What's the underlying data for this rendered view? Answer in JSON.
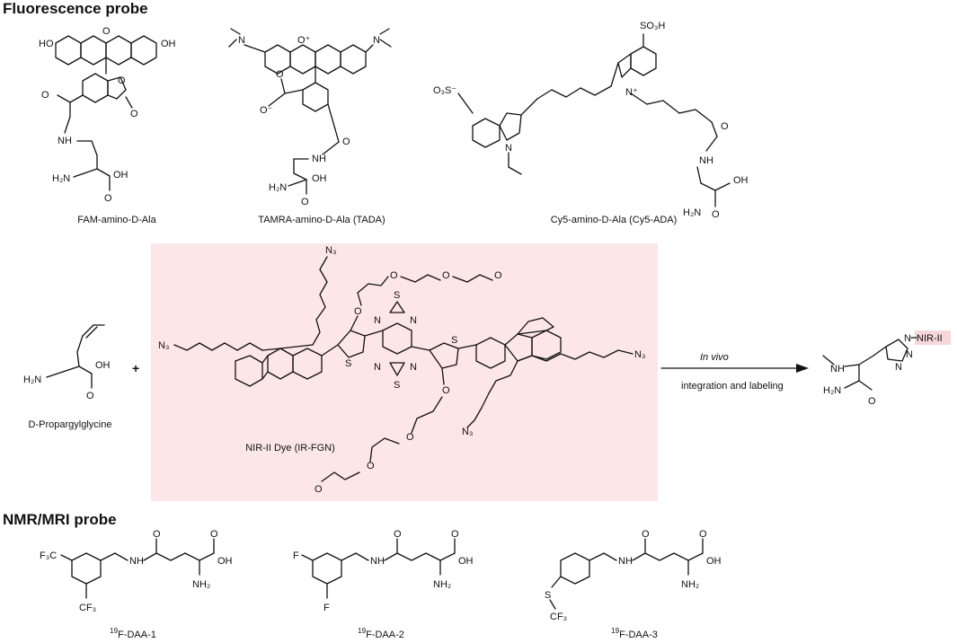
{
  "sections": {
    "fluorescence_title": "Fluorescence probe",
    "nmr_title": "NMR/MRI probe"
  },
  "fluorescence_probes": [
    {
      "caption": "FAM-amino-D-Ala"
    },
    {
      "caption": "TAMRA-amino-D-Ala (TADA)"
    },
    {
      "caption": "Cy5-amino-D-Ala (Cy5-ADA)"
    }
  ],
  "click_reaction": {
    "reactant_caption": "D-Propargylglycine",
    "plus": "+",
    "dye_caption": "NIR-II Dye (IR-FGN)",
    "arrow_label_top": "In vivo",
    "arrow_label_bottom": "integration and labeling",
    "product_tag": "NIR-II"
  },
  "nmr_probes": [
    {
      "caption_sup": "19",
      "caption_main": "F-DAA-1"
    },
    {
      "caption_sup": "19",
      "caption_main": "F-DAA-2"
    },
    {
      "caption_sup": "19",
      "caption_main": "F-DAA-3"
    }
  ],
  "atom_labels": {
    "HO": "HO",
    "OH": "OH",
    "O": "O",
    "N": "N",
    "NH": "NH",
    "H2N": "H₂N",
    "NH2": "NH₂",
    "O_plus": "O⁺",
    "O_minus": "O⁻",
    "N_plus": "N⁺",
    "SO3H": "SO₃H",
    "O3S_minus": "O₃S⁻",
    "N3": "N₃",
    "S": "S",
    "F": "F",
    "CF3": "CF₃",
    "F3C": "F₃C",
    "OMe": "O"
  },
  "colors": {
    "dye_highlight": "#fce6e8",
    "tag_highlight": "#f8d7da",
    "ink": "#111111"
  }
}
